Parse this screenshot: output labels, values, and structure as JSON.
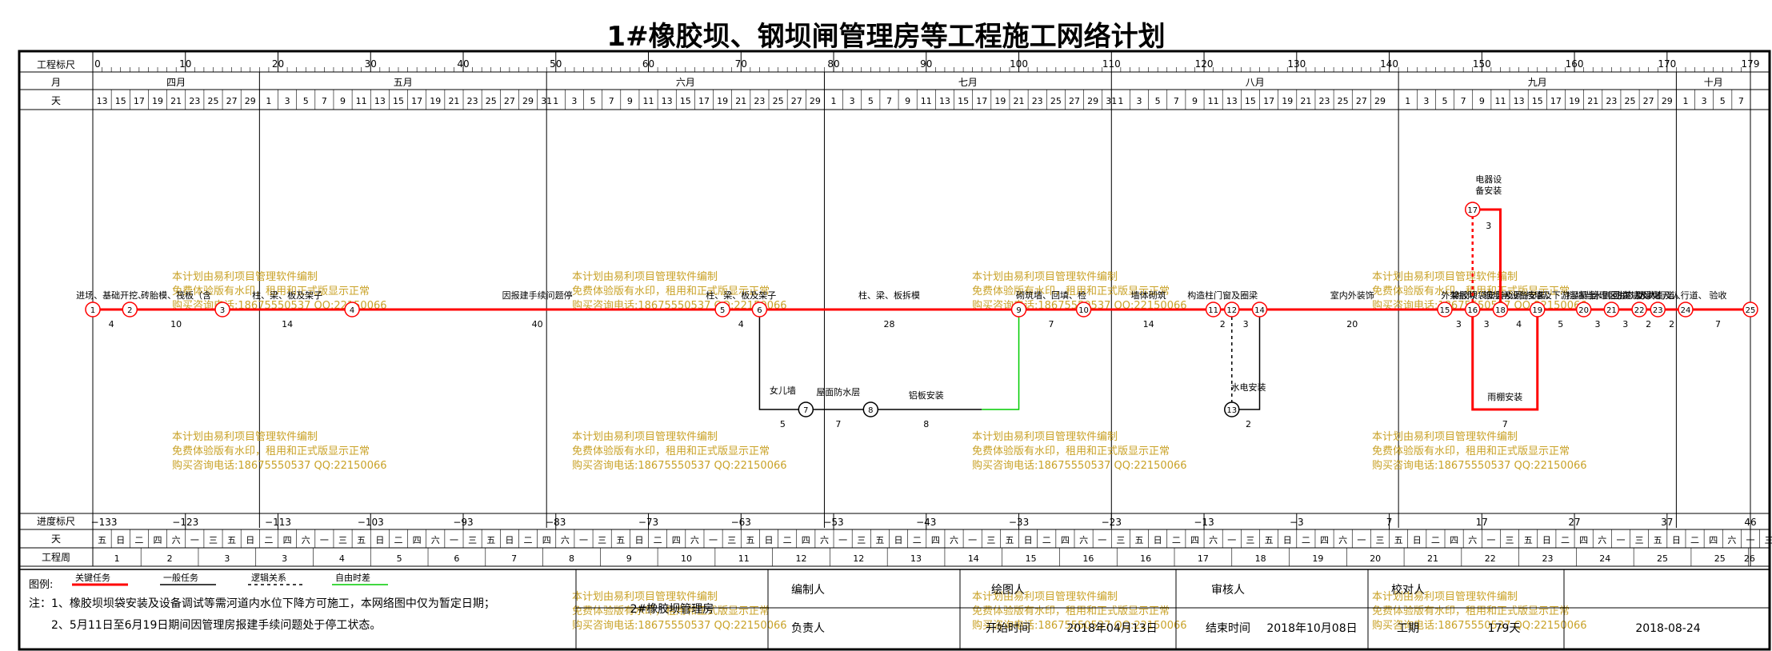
{
  "title": "1#橡胶坝、钢坝闸管理房等工程施工网络计划",
  "rows": {
    "ruler": "工程标尺",
    "month": "月",
    "day": "天",
    "progress": "进度标尺",
    "weekday": "天",
    "week": "工程周"
  },
  "ruler_ticks": [
    "0",
    "10",
    "20",
    "30",
    "40",
    "50",
    "60",
    "70",
    "80",
    "90",
    "100",
    "110",
    "120",
    "130",
    "140",
    "150",
    "160",
    "170",
    "179"
  ],
  "months": [
    "四月",
    "五月",
    "六月",
    "七月",
    "八月",
    "九月",
    "十月"
  ],
  "days": [
    [
      "13",
      "15",
      "17",
      "19",
      "21",
      "23",
      "25",
      "27",
      "29"
    ],
    [
      "1",
      "3",
      "5",
      "7",
      "9",
      "11",
      "13",
      "15",
      "17",
      "19",
      "21",
      "23",
      "25",
      "27",
      "29",
      "31"
    ],
    [
      "1",
      "3",
      "5",
      "7",
      "9",
      "11",
      "13",
      "15",
      "17",
      "19",
      "21",
      "23",
      "25",
      "27",
      "29"
    ],
    [
      "1",
      "3",
      "5",
      "7",
      "9",
      "11",
      "13",
      "15",
      "17",
      "19",
      "21",
      "23",
      "25",
      "27",
      "29",
      "31"
    ],
    [
      "1",
      "3",
      "5",
      "7",
      "9",
      "11",
      "13",
      "15",
      "17",
      "19",
      "21",
      "23",
      "25",
      "27",
      "29"
    ],
    [
      "1",
      "3",
      "5",
      "7",
      "9",
      "11",
      "13",
      "15",
      "17",
      "19",
      "21",
      "23",
      "25",
      "27",
      "29"
    ],
    [
      "1",
      "3",
      "5",
      "7"
    ]
  ],
  "progress_ticks": [
    "−133",
    "−123",
    "−113",
    "−103",
    "−93",
    "−83",
    "−73",
    "−63",
    "−53",
    "−43",
    "−33",
    "−23",
    "−13",
    "−3",
    "7",
    "17",
    "27",
    "37",
    "46"
  ],
  "weekdays": [
    "五",
    "日",
    "二",
    "四",
    "六",
    "一",
    "三",
    "五",
    "日",
    "二",
    "四",
    "六",
    "一",
    "三",
    "五",
    "日",
    "二",
    "四",
    "六",
    "一",
    "三",
    "五",
    "日",
    "二",
    "四",
    "六",
    "一",
    "三",
    "五",
    "日",
    "二",
    "四",
    "六",
    "一",
    "三",
    "五",
    "日",
    "二",
    "四",
    "六",
    "一",
    "三",
    "五",
    "日",
    "二",
    "四",
    "六",
    "一",
    "三",
    "五",
    "日",
    "二",
    "四",
    "六",
    "一",
    "三",
    "五",
    "日",
    "二",
    "四",
    "六",
    "一",
    "三",
    "五",
    "日",
    "二",
    "四",
    "六",
    "一",
    "三",
    "五",
    "日",
    "二",
    "四",
    "六",
    "一",
    "三",
    "五",
    "日",
    "二",
    "四",
    "六",
    "一",
    "三",
    "五",
    "日",
    "二",
    "四",
    "六",
    "一",
    "三",
    "五"
  ],
  "weeks": [
    "1",
    "2",
    "3",
    "3",
    "4",
    "5",
    "6",
    "7",
    "8",
    "9",
    "10",
    "11",
    "12",
    "12",
    "13",
    "14",
    "15",
    "16",
    "16",
    "17",
    "18",
    "19",
    "20",
    "21",
    "22",
    "23",
    "24",
    "25",
    "25",
    "26"
  ],
  "nodes": [
    "1",
    "2",
    "3",
    "4",
    "5",
    "6",
    "7",
    "8",
    "9",
    "10",
    "11",
    "12",
    "13",
    "14",
    "15",
    "16",
    "17",
    "18",
    "19",
    "20",
    "21",
    "22",
    "23",
    "24",
    "25"
  ],
  "tasks": [
    {
      "name": "进场、基础开挖、检测、垫层",
      "dur": "4"
    },
    {
      "name": "砖胎模、筏板（含钢筋、模板、浇筑）",
      "dur": "10"
    },
    {
      "name": "柱、梁、板及架子（中断）",
      "dur": "14"
    },
    {
      "name": "因报建手续问题停工",
      "dur": "40"
    },
    {
      "name": "柱、梁、板及架子（续绕）",
      "dur": "4"
    },
    {
      "name": "柱、梁、板拆模",
      "dur": "28"
    },
    {
      "name": "砌筑墙、回填、检测",
      "dur": "7"
    },
    {
      "name": "墙体砌筑",
      "dur": "14"
    },
    {
      "name": "构造柱门窗及圈梁安装",
      "dur": "2"
    },
    {
      "name": "",
      "dur": "3"
    },
    {
      "name": "室内外装饰",
      "dur": "20"
    },
    {
      "name": "外架拆除",
      "dur": "3"
    },
    {
      "name": "橡胶坝袋安装及调试",
      "dur": "3"
    },
    {
      "name": "钢坝闸设备安装、调试",
      "dur": "4"
    },
    {
      "name": "挡墙及下游混凝土护坦",
      "dur": "5"
    },
    {
      "name": "挡墙背水侧回填",
      "dur": "3"
    },
    {
      "name": "管理区生态及绿化",
      "dur": "3"
    },
    {
      "name": "防洪墙及人行道、贴面",
      "dur": "2"
    },
    {
      "name": "验收",
      "dur": "7"
    },
    {
      "name": "女儿墙",
      "dur": "5"
    },
    {
      "name": "屋面防水层",
      "dur": "7"
    },
    {
      "name": "铝板安装",
      "dur": "8"
    },
    {
      "name": "水电安装",
      "dur": "2"
    },
    {
      "name": "电器设备安装",
      "dur": "3"
    },
    {
      "name": "雨棚安装",
      "dur": "7"
    }
  ],
  "watermark": [
    "本计划由易利项目管理软件编制",
    "免费体验版有水印，租用和正式版显示正常",
    "购买咨询电话:18675550537 QQ:22150066"
  ],
  "legend": {
    "label": "图例:",
    "items": [
      "关键任务",
      "一般任务",
      "逻辑关系",
      "自由时差"
    ]
  },
  "notes": [
    "注：1、橡胶坝坝袋安装及设备调试等需河道内水位下降方可施工，本网络图中仅为暂定日期；",
    "2、5月11日至6月19日期间因管理房报建手续问题处于停工状态。"
  ],
  "footer": {
    "project": "2#橡胶坝管理房",
    "editor": "编制人",
    "drawer": "绘图人",
    "reviewer": "审核人",
    "checker": "校对人",
    "owner": "负责人",
    "start_label": "开始时间",
    "start_value": "2018年04月13日",
    "end_label": "结束时间",
    "end_value": "2018年10月08日",
    "duration_label": "工期",
    "duration_value": "179天",
    "print_date": "2018-08-24"
  },
  "colors": {
    "critical": "#ff0000",
    "normal": "#000000",
    "float": "#00cc00",
    "watermark": "#c9a227"
  }
}
